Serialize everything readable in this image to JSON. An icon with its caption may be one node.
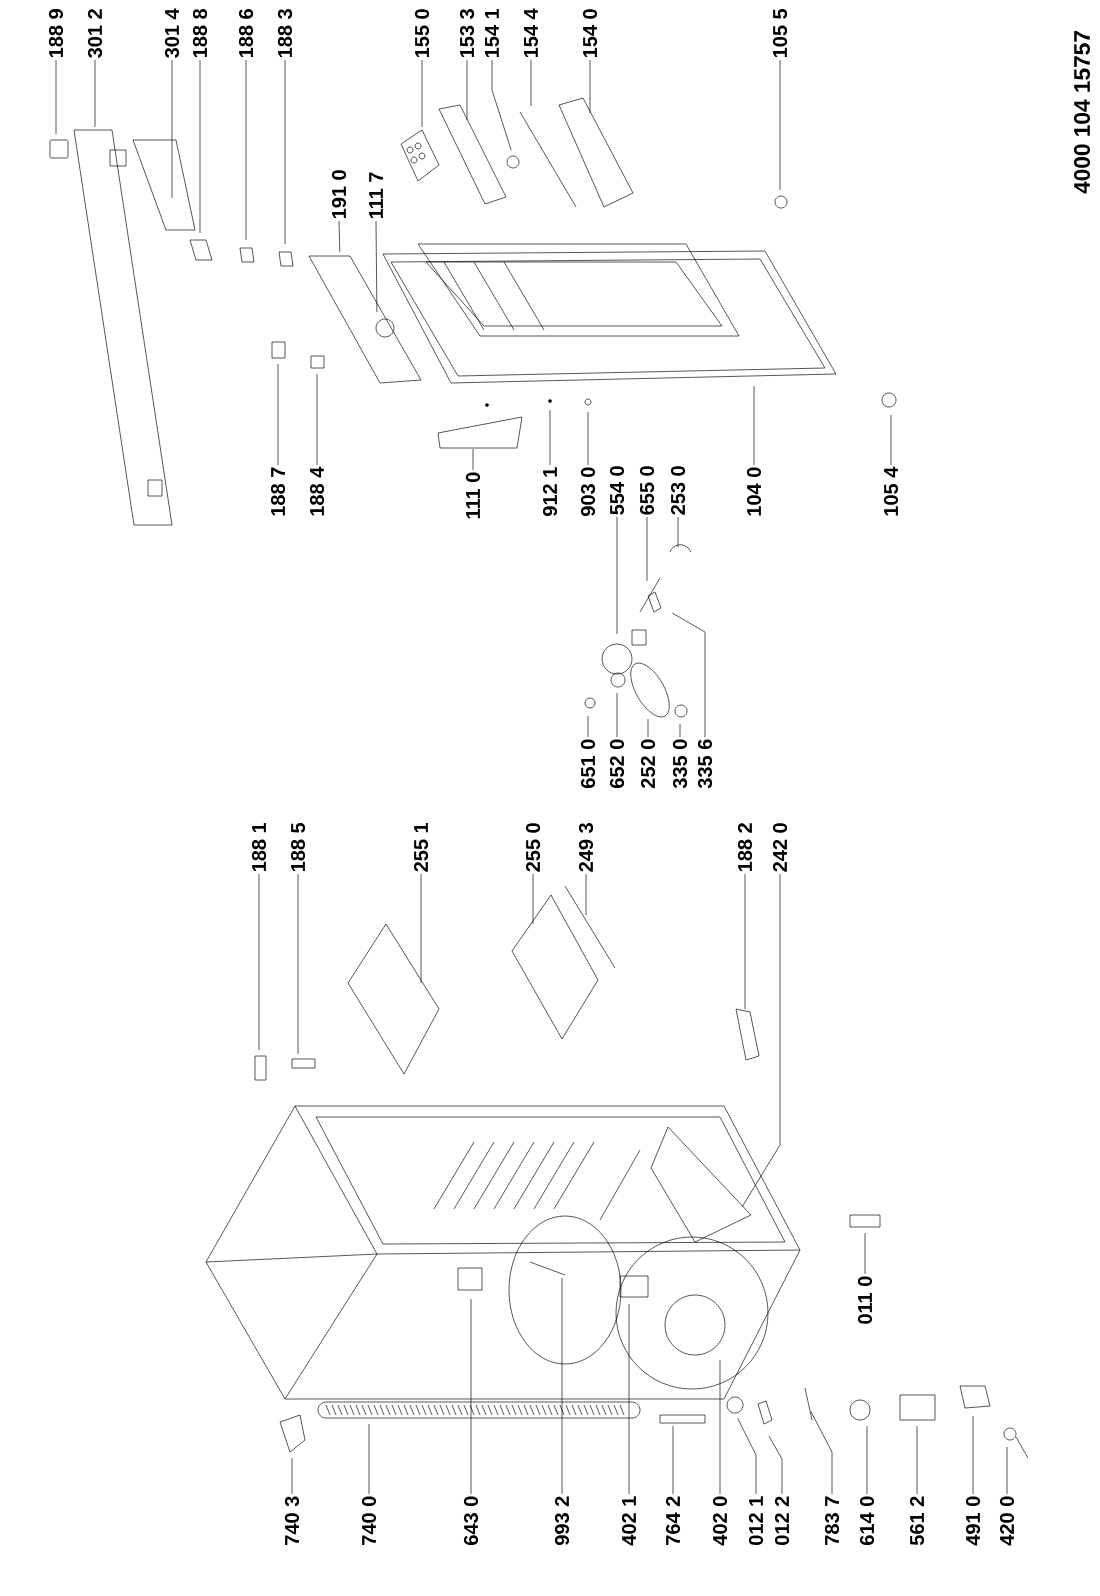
{
  "diagram": {
    "nodes": [
      {
        "text": [
          "188 9"
        ]
      },
      {
        "text": [
          "301 2"
        ]
      },
      {
        "text": [
          "301 4"
        ]
      },
      {
        "text": [
          "188 8"
        ]
      },
      {
        "text": [
          "188 6"
        ]
      },
      {
        "text": [
          "188 3"
        ]
      },
      {
        "text": [
          "191 0"
        ]
      },
      {
        "text": [
          "111 7"
        ]
      },
      {
        "text": [
          "155 0"
        ]
      },
      {
        "text": [
          "153 3"
        ]
      },
      {
        "text": [
          "154 1"
        ]
      },
      {
        "text": [
          "154 4"
        ]
      },
      {
        "text": [
          "154 0"
        ]
      },
      {
        "text": [
          "105 5"
        ]
      },
      {
        "text": [
          "188 7"
        ]
      },
      {
        "text": [
          "188 4"
        ]
      },
      {
        "text": [
          "111 0"
        ]
      },
      {
        "text": [
          "912 1"
        ]
      },
      {
        "text": [
          "903 0"
        ]
      },
      {
        "text": [
          "554 0"
        ]
      },
      {
        "text": [
          "655 0"
        ]
      },
      {
        "text": [
          "253 0"
        ]
      },
      {
        "text": [
          "104 0"
        ]
      },
      {
        "text": [
          "105 4"
        ]
      },
      {
        "text": [
          "651 0"
        ]
      },
      {
        "text": [
          "652 0"
        ]
      },
      {
        "text": [
          "252 0"
        ]
      },
      {
        "text": [
          "335 0"
        ]
      },
      {
        "text": [
          "335 6"
        ]
      },
      {
        "text": [
          "188 1"
        ]
      },
      {
        "text": [
          "188 5"
        ]
      },
      {
        "text": [
          "255 1"
        ]
      },
      {
        "text": [
          "255 0"
        ]
      },
      {
        "text": [
          "249 3"
        ]
      },
      {
        "text": [
          "188 2"
        ]
      },
      {
        "text": [
          "242 0"
        ]
      },
      {
        "text": [
          "011 0"
        ]
      },
      {
        "text": [
          "740 3"
        ]
      },
      {
        "text": [
          "740 0"
        ]
      },
      {
        "text": [
          "643 0"
        ]
      },
      {
        "text": [
          "993 2"
        ]
      },
      {
        "text": [
          "402 1"
        ]
      },
      {
        "text": [
          "764 2"
        ]
      },
      {
        "text": [
          "402 0"
        ]
      },
      {
        "text": [
          "012 1"
        ]
      },
      {
        "text": [
          "012 2"
        ]
      },
      {
        "text": [
          "783 7"
        ]
      },
      {
        "text": [
          "614 0"
        ]
      },
      {
        "text": [
          "561 2"
        ]
      },
      {
        "text": [
          "491 0"
        ]
      },
      {
        "text": [
          "420 0"
        ]
      }
    ],
    "edges": [
      {
        "from": 0,
        "to": null,
        "arrow": "none"
      },
      {
        "from": 1,
        "to": null,
        "arrow": "none"
      },
      {
        "from": 2,
        "to": null,
        "arrow": "none"
      },
      {
        "from": 3,
        "to": null,
        "arrow": "none"
      },
      {
        "from": 4,
        "to": null,
        "arrow": "none"
      },
      {
        "from": 5,
        "to": null,
        "arrow": "none"
      },
      {
        "from": 6,
        "to": null,
        "arrow": "none"
      },
      {
        "from": 7,
        "to": null,
        "arrow": "none"
      },
      {
        "from": 8,
        "to": null,
        "arrow": "none"
      },
      {
        "from": 9,
        "to": null,
        "arrow": "none"
      },
      {
        "from": 10,
        "to": null,
        "arrow": "none"
      },
      {
        "from": 11,
        "to": null,
        "arrow": "none"
      },
      {
        "from": 12,
        "to": null,
        "arrow": "none"
      },
      {
        "from": 13,
        "to": null,
        "arrow": "none"
      },
      {
        "from": 14,
        "to": null,
        "arrow": "none"
      },
      {
        "from": 15,
        "to": null,
        "arrow": "none"
      },
      {
        "from": 16,
        "to": null,
        "arrow": "none"
      },
      {
        "from": 17,
        "to": null,
        "arrow": "none"
      },
      {
        "from": 18,
        "to": null,
        "arrow": "none"
      },
      {
        "from": 19,
        "to": null,
        "arrow": "none"
      },
      {
        "from": 20,
        "to": null,
        "arrow": "none"
      },
      {
        "from": 21,
        "to": null,
        "arrow": "none"
      },
      {
        "from": 22,
        "to": null,
        "arrow": "none"
      },
      {
        "from": 23,
        "to": null,
        "arrow": "none"
      },
      {
        "from": 24,
        "to": null,
        "arrow": "none"
      },
      {
        "from": 25,
        "to": null,
        "arrow": "none"
      },
      {
        "from": 26,
        "to": null,
        "arrow": "none"
      },
      {
        "from": 27,
        "to": null,
        "arrow": "none"
      },
      {
        "from": 28,
        "to": null,
        "arrow": "none"
      },
      {
        "from": 29,
        "to": null,
        "arrow": "none"
      },
      {
        "from": 30,
        "to": null,
        "arrow": "none"
      },
      {
        "from": 31,
        "to": null,
        "arrow": "none"
      },
      {
        "from": 32,
        "to": null,
        "arrow": "none"
      },
      {
        "from": 33,
        "to": null,
        "arrow": "none"
      },
      {
        "from": 34,
        "to": null,
        "arrow": "none"
      },
      {
        "from": 35,
        "to": null,
        "arrow": "none"
      },
      {
        "from": 36,
        "to": null,
        "arrow": "none"
      },
      {
        "from": 37,
        "to": null,
        "arrow": "none"
      },
      {
        "from": 38,
        "to": null,
        "arrow": "none"
      },
      {
        "from": 39,
        "to": null,
        "arrow": "none"
      },
      {
        "from": 40,
        "to": null,
        "arrow": "none"
      },
      {
        "from": 41,
        "to": null,
        "arrow": "none"
      },
      {
        "from": 42,
        "to": null,
        "arrow": "none"
      },
      {
        "from": 43,
        "to": null,
        "arrow": "none"
      },
      {
        "from": 44,
        "to": null,
        "arrow": "none"
      },
      {
        "from": 45,
        "to": null,
        "arrow": "none"
      },
      {
        "from": 46,
        "to": null,
        "arrow": "none"
      },
      {
        "from": 47,
        "to": null,
        "arrow": "none"
      },
      {
        "from": 48,
        "to": null,
        "arrow": "none"
      },
      {
        "from": 49,
        "to": null,
        "arrow": "none"
      },
      {
        "from": 50,
        "to": null,
        "arrow": "none"
      }
    ],
    "labels": [
      "4000 104 15757"
    ]
  }
}
